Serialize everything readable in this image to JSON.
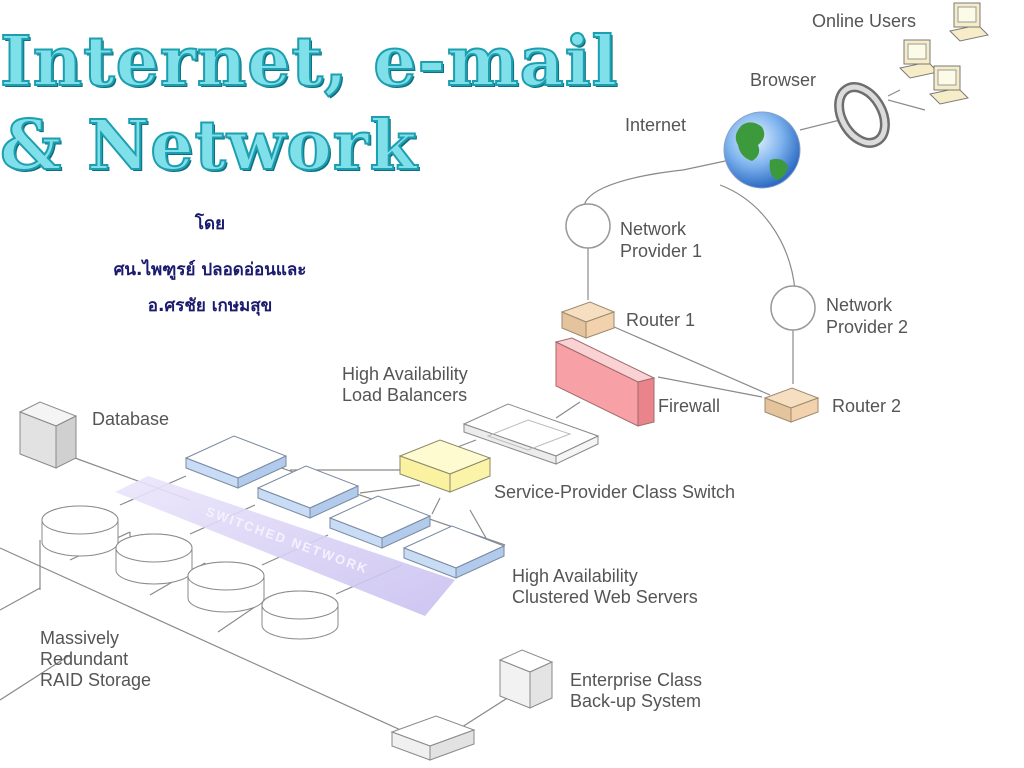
{
  "title": {
    "line1": "Internet, e-mail",
    "line2": "& Network"
  },
  "authors": {
    "by": "โดย",
    "author1": "ศน.ไพฑูรย์   ปลอดอ่อนและ",
    "author2": "อ.ศรชัย   เกษมสุข"
  },
  "labels": {
    "online_users": "Online Users",
    "browser": "Browser",
    "internet": "Internet",
    "network_provider_1": [
      "Network",
      "Provider 1"
    ],
    "router_1": "Router 1",
    "network_provider_2": [
      "Network",
      "Provider 2"
    ],
    "firewall": "Firewall",
    "router_2": "Router 2",
    "load_balancers": [
      "High Availability",
      "Load Balancers"
    ],
    "database": "Database",
    "switch": "Service-Provider Class Switch",
    "web_servers": [
      "High Availability",
      "Clustered Web Servers"
    ],
    "raid_storage": [
      "Massively",
      "Redundant",
      "RAID Storage"
    ],
    "backup": [
      "Enterprise Class",
      "Back-up System"
    ],
    "network_band": "SWITCHED NETWORK"
  },
  "colors": {
    "title_fill": "#7fe0ea",
    "title_stroke": "#1e9fb0",
    "author_text": "#1a1a6e",
    "firewall": "#f7a1a6",
    "router": "#f1d2ad",
    "web_server": "#c9dcf6",
    "switch": "#fbf4a8",
    "network_band": "#d8d0f4"
  }
}
